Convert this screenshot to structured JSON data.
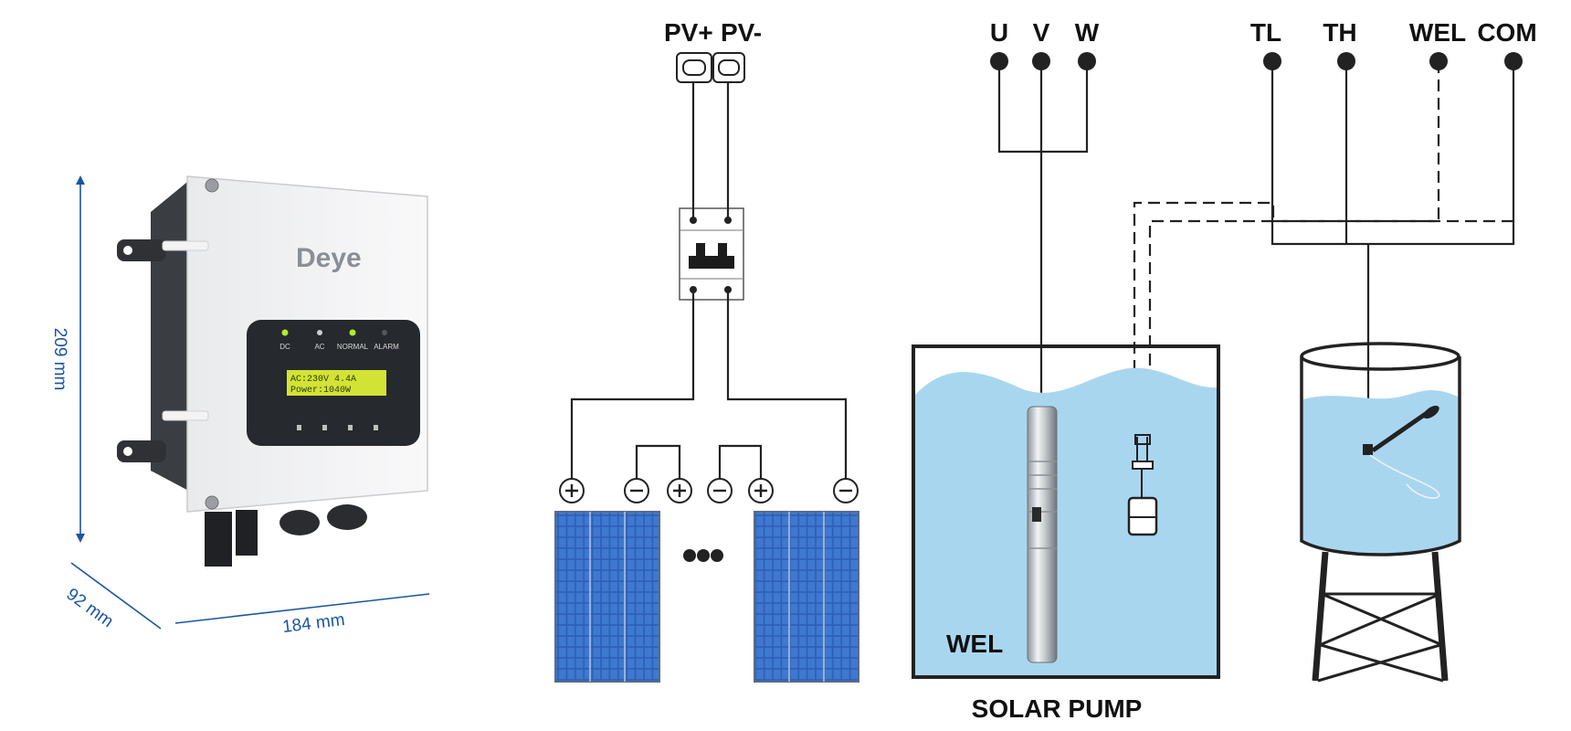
{
  "device": {
    "brand": "Deye",
    "leds": [
      "DC",
      "AC",
      "NORMAL",
      "ALARM"
    ],
    "lcd_line1": "AC:230V   4.4A",
    "lcd_line2": "Power:1040W",
    "height": "209 mm",
    "depth": "92 mm",
    "width": "184 mm"
  },
  "pv": {
    "plus": "PV+",
    "minus": "PV-"
  },
  "motor": {
    "u": "U",
    "v": "V",
    "w": "W"
  },
  "signals": {
    "tl": "TL",
    "th": "TH",
    "wel": "WEL",
    "com": "COM"
  },
  "well_label": "WEL",
  "caption": "SOLAR PUMP",
  "colors": {
    "water": "#a9d6ef",
    "panel": "#2c5fb5",
    "dimension": "#1a55a0",
    "lcd": "#d3e336",
    "led": "#b5ea2e"
  }
}
